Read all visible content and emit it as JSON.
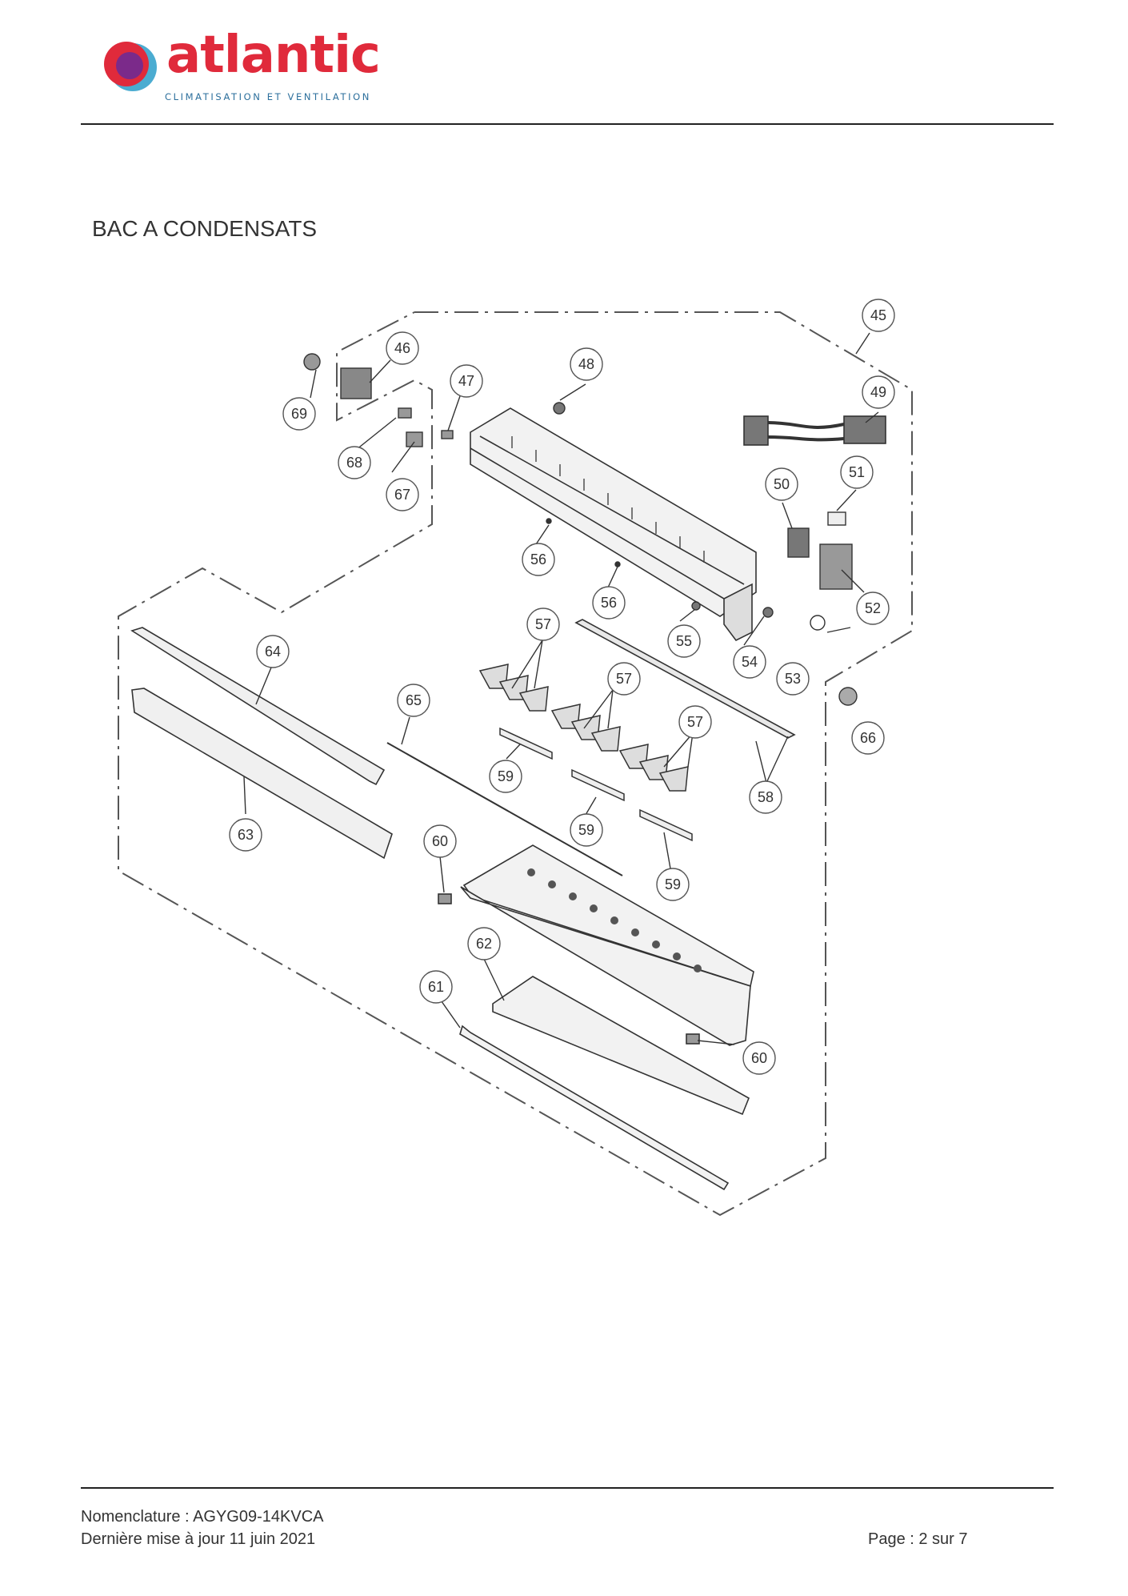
{
  "brand": {
    "name": "atlantic",
    "tagline": "CLIMATISATION ET VENTILATION",
    "colors": {
      "red": "#e02a3b",
      "purple": "#7b2a8a",
      "blue": "#2c9ec9",
      "navy": "#2c6f9c"
    }
  },
  "section_title": "BAC A CONDENSATS",
  "diagram": {
    "callouts": [
      "45",
      "46",
      "47",
      "48",
      "49",
      "50",
      "51",
      "52",
      "53",
      "54",
      "55",
      "56",
      "56",
      "57",
      "57",
      "57",
      "58",
      "59",
      "59",
      "59",
      "60",
      "60",
      "61",
      "62",
      "63",
      "64",
      "65",
      "66",
      "67",
      "68",
      "69"
    ]
  },
  "footer": {
    "nomenclature": "Nomenclature : AGYG09-14KVCA",
    "updated": "Dernière mise à jour 11 juin 2021",
    "page": "Page : 2 sur 7"
  }
}
